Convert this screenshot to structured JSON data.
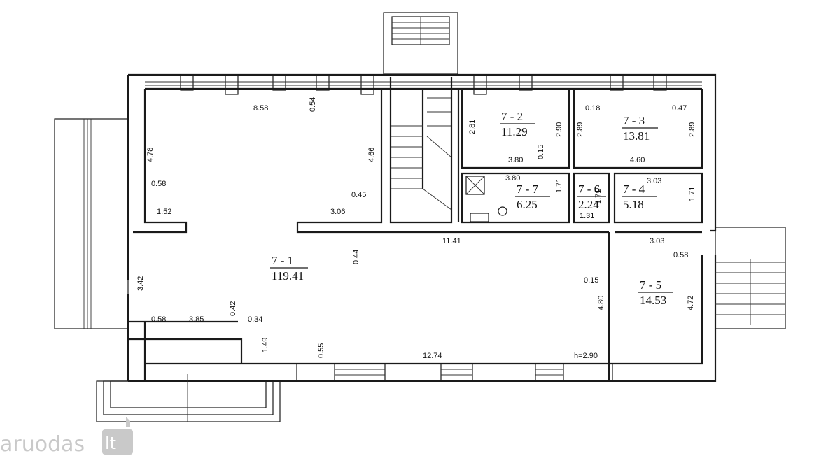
{
  "rooms": [
    {
      "name": "7 - 1",
      "area": "119.41"
    },
    {
      "name": "7 - 2",
      "area": "11.29"
    },
    {
      "name": "7 - 3",
      "area": "13.81"
    },
    {
      "name": "7 - 4",
      "area": "5.18"
    },
    {
      "name": "7 - 5",
      "area": "14.53"
    },
    {
      "name": "7 - 6",
      "area": "2.24"
    },
    {
      "name": "7 - 7",
      "area": "6.25"
    }
  ],
  "dimensions": {
    "d1": "8.58",
    "d2": "0.54",
    "d3": "4.78",
    "d4": "0.58",
    "d5": "4.66",
    "d6": "0.45",
    "d7": "1.52",
    "d8": "3.06",
    "d9": "2.81",
    "d10": "2.90",
    "d11": "3.80",
    "d12": "0.15",
    "d13": "0.18",
    "d14": "0.47",
    "d15": "2.89",
    "d16": "2.89",
    "d17": "4.60",
    "d18": "3.80",
    "d19": "1.71",
    "d20": "3.03",
    "d21": "1.71",
    "d22": "1.71",
    "d23": "1.31",
    "d24": "11.41",
    "d25": "0.44",
    "d26": "3.03",
    "d27": "0.58",
    "d28": "0.15",
    "d29": "4.80",
    "d30": "4.72",
    "d31": "3.42",
    "d32": "0.58",
    "d33": "3.85",
    "d34": "0.42",
    "d35": "0.34",
    "d36": "1.49",
    "d37": "0.55",
    "d38": "12.74",
    "d39": "h=2.90"
  },
  "watermark": {
    "brand": "aruodas",
    "suffix": "lt"
  }
}
